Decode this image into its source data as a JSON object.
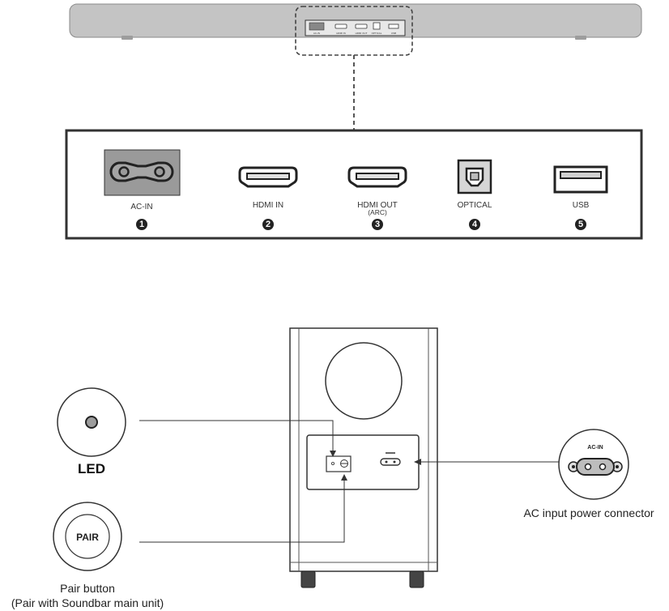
{
  "soundbar": {
    "ports": [
      {
        "label": "AC-IN",
        "label2": "",
        "number": "1",
        "icon": "ac-power-socket-icon"
      },
      {
        "label": "HDMI IN",
        "label2": "",
        "number": "2",
        "icon": "hdmi-port-icon"
      },
      {
        "label": "HDMI OUT",
        "label2": "(ARC)",
        "number": "3",
        "icon": "hdmi-port-icon"
      },
      {
        "label": "OPTICAL",
        "label2": "",
        "number": "4",
        "icon": "optical-port-icon"
      },
      {
        "label": "USB",
        "label2": "",
        "number": "5",
        "icon": "usb-port-icon"
      }
    ]
  },
  "subwoofer": {
    "led_label": "LED",
    "pair_button_label": "PAIR",
    "pair_caption_line1": "Pair button",
    "pair_caption_line2": "(Pair with Soundbar main unit)",
    "ac_zoom_label": "AC-IN",
    "ac_caption": "AC input power connector"
  },
  "colors": {
    "stroke": "#333333",
    "panel_gray": "#c7c7c7",
    "socket_gray": "#9a9a9a",
    "badge": "#222222"
  }
}
